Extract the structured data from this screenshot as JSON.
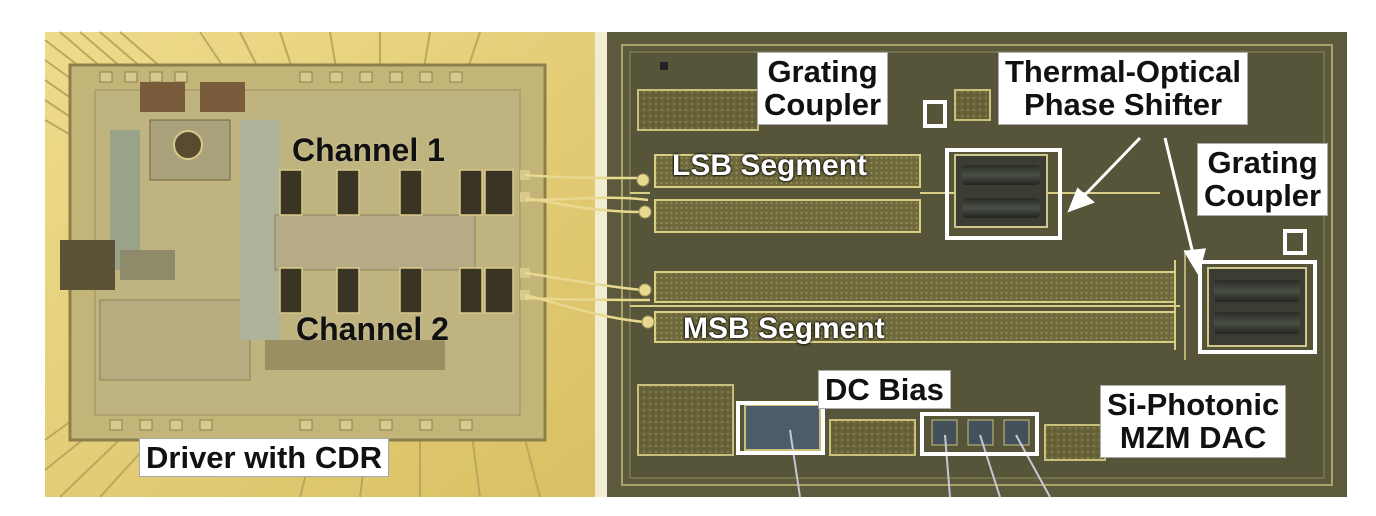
{
  "labels": {
    "grating_coupler_top": [
      "Grating",
      "Coupler"
    ],
    "thermal_phase_shifter": [
      "Thermal-Optical",
      "Phase Shifter"
    ],
    "grating_coupler_right": [
      "Grating",
      "Coupler"
    ],
    "channel_1": "Channel 1",
    "channel_2": "Channel 2",
    "lsb_segment": "LSB Segment",
    "msb_segment": "MSB Segment",
    "dc_bias": "DC Bias",
    "si_photonic_dac": [
      "Si-Photonic",
      "MZM DAC"
    ],
    "driver": "Driver with CDR"
  },
  "colors": {
    "gold_substrate": "#e8d07a",
    "driver_die": "#c9b97a",
    "photonic_die": "#5b5a3c",
    "trace": "#d8cf84",
    "box": "#ffffff"
  }
}
